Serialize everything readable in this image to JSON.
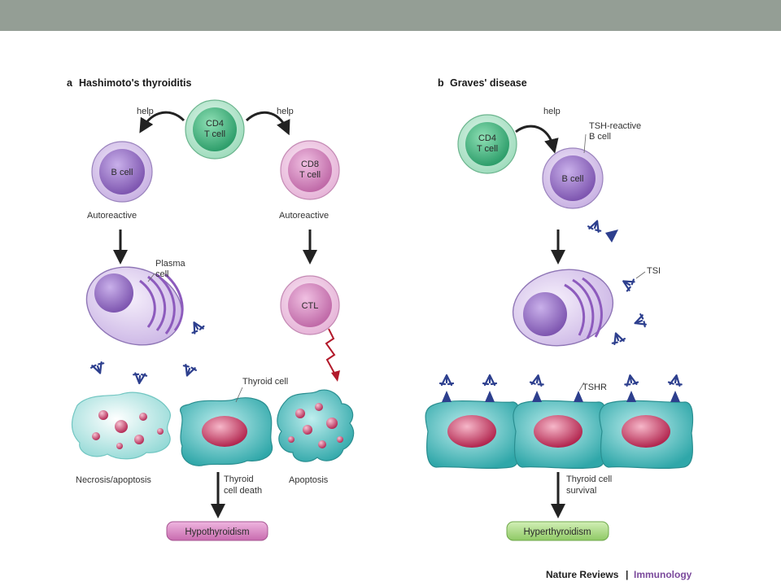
{
  "colors": {
    "top_bar": "#949e95",
    "cd4_fill": "#5cbf8f",
    "b_cell_fill": "#a07fc4",
    "cd8_fill": "#d78fc4",
    "thyroid_fill": "#3fb3b3",
    "nucleus_fill": "#c63f68",
    "antibody": "#2d3f8e",
    "lightning": "#b2192a",
    "hypo_fill": "#d77fbf",
    "hyper_fill": "#9fd47a",
    "credit_accent": "#7b4a9c"
  },
  "panel_a": {
    "title_letter": "a",
    "title": "Hashimoto's thyroiditis",
    "cd4_cell": [
      "CD4",
      "T cell"
    ],
    "help_left": "help",
    "help_right": "help",
    "b_cell": "B cell",
    "cd8_cell": [
      "CD8",
      "T cell"
    ],
    "autoreactive_left": "Autoreactive",
    "autoreactive_right": "Autoreactive",
    "plasma_cell": [
      "Plasma",
      "cell"
    ],
    "ctl": "CTL",
    "thyroid_cell": "Thyroid cell",
    "necrosis": "Necrosis/apoptosis",
    "apoptosis": "Apoptosis",
    "thyroid_cell_death": [
      "Thyroid",
      "cell death"
    ],
    "outcome": "Hypothyroidism"
  },
  "panel_b": {
    "title_letter": "b",
    "title": "Graves' disease",
    "cd4_cell": [
      "CD4",
      "T cell"
    ],
    "help": "help",
    "tsh_reactive": [
      "TSH-reactive",
      "B cell"
    ],
    "b_cell": "B cell",
    "tsi": "TSI",
    "tshr": "TSHR",
    "thyroid_cell_survival": [
      "Thyroid cell",
      "survival"
    ],
    "outcome": "Hyperthyroidism"
  },
  "credit": {
    "journal": "Nature Reviews",
    "separator": "|",
    "section": "Immunology"
  }
}
